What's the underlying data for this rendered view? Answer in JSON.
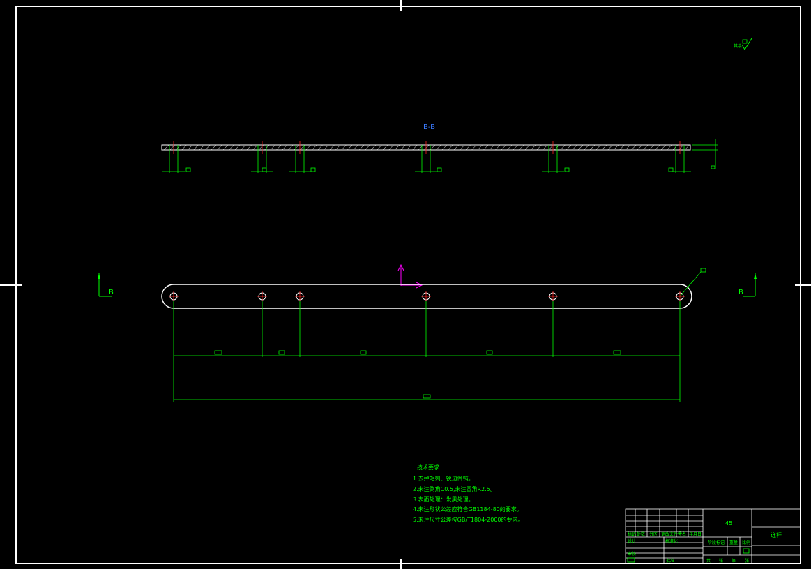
{
  "colors": {
    "background": "#000000",
    "frame": "#ffffff",
    "dimension": "#00ff00",
    "centerline": "#ff2020",
    "hole": "#ff3030",
    "section_label": "#3a7bff",
    "ucs": "#ff00ff"
  },
  "section": {
    "title": "B-B"
  },
  "cut_labels": {
    "left": "B",
    "right": "B"
  },
  "roughness": {
    "label": "其余"
  },
  "notes": {
    "heading": "技术要求",
    "items": [
      "1.去掉毛刺、锐边倒钝。",
      "2.未注倒角C0.5,未注圆角R2.5。",
      "3.表面处理：发黑处理。",
      "4.未注形状公差应符合GB1184-80的要求。",
      "5.未注尺寸公差按GB/T1804-2000的要求。"
    ]
  },
  "title_block": {
    "material": "45",
    "part_name": "连杆",
    "header_labels": [
      "标记",
      "处数",
      "分区",
      "更改文件号",
      "签名",
      "年月日"
    ],
    "row_labels": [
      "设计",
      "标准化",
      "阶段标记",
      "重量",
      "比例"
    ],
    "bottom_labels": [
      "审核",
      "批准",
      "共",
      "张",
      "第",
      "张"
    ]
  },
  "holes": [
    {
      "name": "hole-1"
    },
    {
      "name": "hole-2"
    },
    {
      "name": "hole-3"
    },
    {
      "name": "hole-4"
    },
    {
      "name": "hole-5"
    },
    {
      "name": "hole-6"
    }
  ]
}
